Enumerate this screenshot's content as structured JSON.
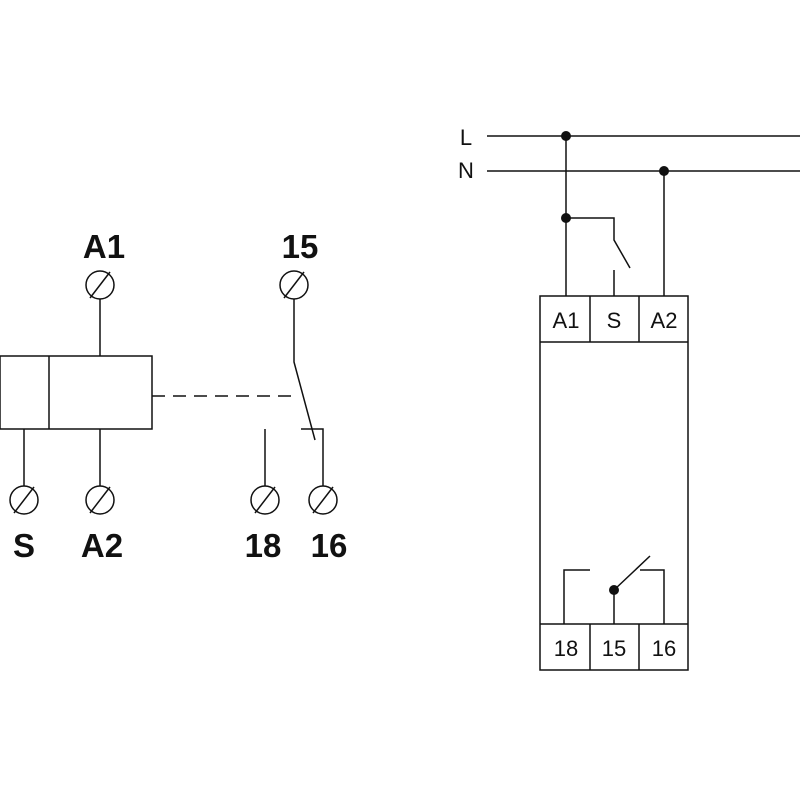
{
  "schematic": {
    "terminals": {
      "a1": "A1",
      "t15": "15",
      "s": "S",
      "a2": "A2",
      "t18": "18",
      "t16": "16"
    }
  },
  "wiring": {
    "lines": {
      "l": "L",
      "n": "N"
    },
    "top_terminals": [
      "A1",
      "S",
      "A2"
    ],
    "bottom_terminals": [
      "18",
      "15",
      "16"
    ]
  },
  "colors": {
    "stroke": "#111111",
    "background": "#ffffff"
  }
}
